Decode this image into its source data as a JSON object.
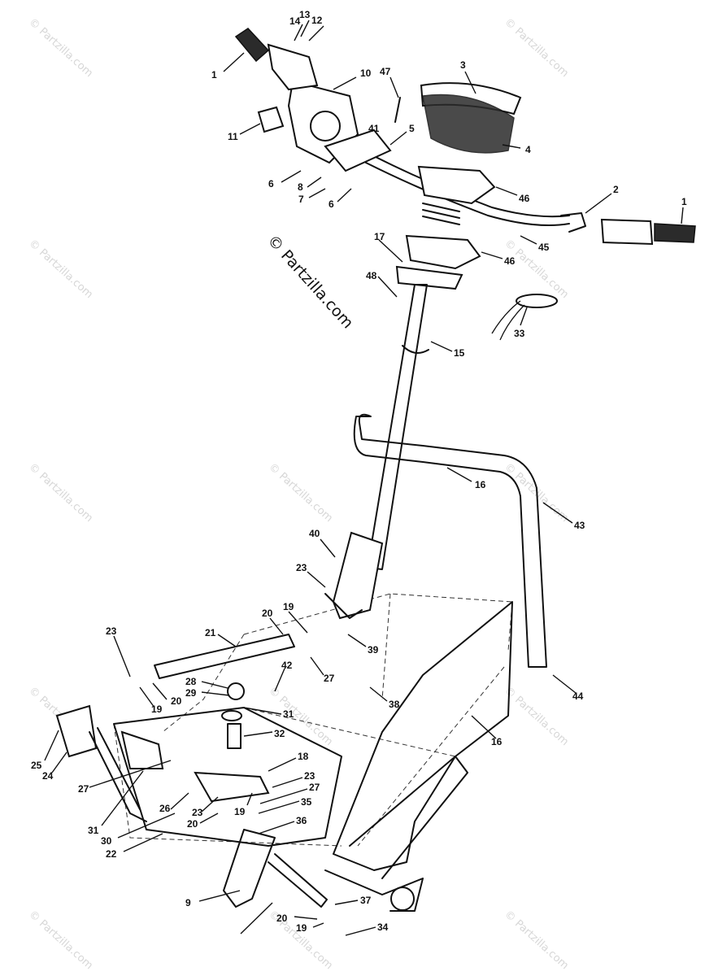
{
  "copyright": "© Partzilla.com",
  "watermark": "© Partzilla.com",
  "callouts": [
    "1",
    "14",
    "13",
    "12",
    "3",
    "10",
    "47",
    "11",
    "5",
    "41",
    "4",
    "6",
    "8",
    "7",
    "6",
    "46",
    "2",
    "1",
    "17",
    "46",
    "45",
    "48",
    "33",
    "15",
    "16",
    "43",
    "40",
    "23",
    "20",
    "19",
    "39",
    "21",
    "23",
    "27",
    "42",
    "28",
    "29",
    "20",
    "31",
    "19",
    "38",
    "32",
    "16",
    "44",
    "25",
    "24",
    "18",
    "23",
    "27",
    "27",
    "26",
    "31",
    "23",
    "19",
    "35",
    "30",
    "20",
    "36",
    "22",
    "9",
    "37",
    "20",
    "19",
    "34"
  ]
}
